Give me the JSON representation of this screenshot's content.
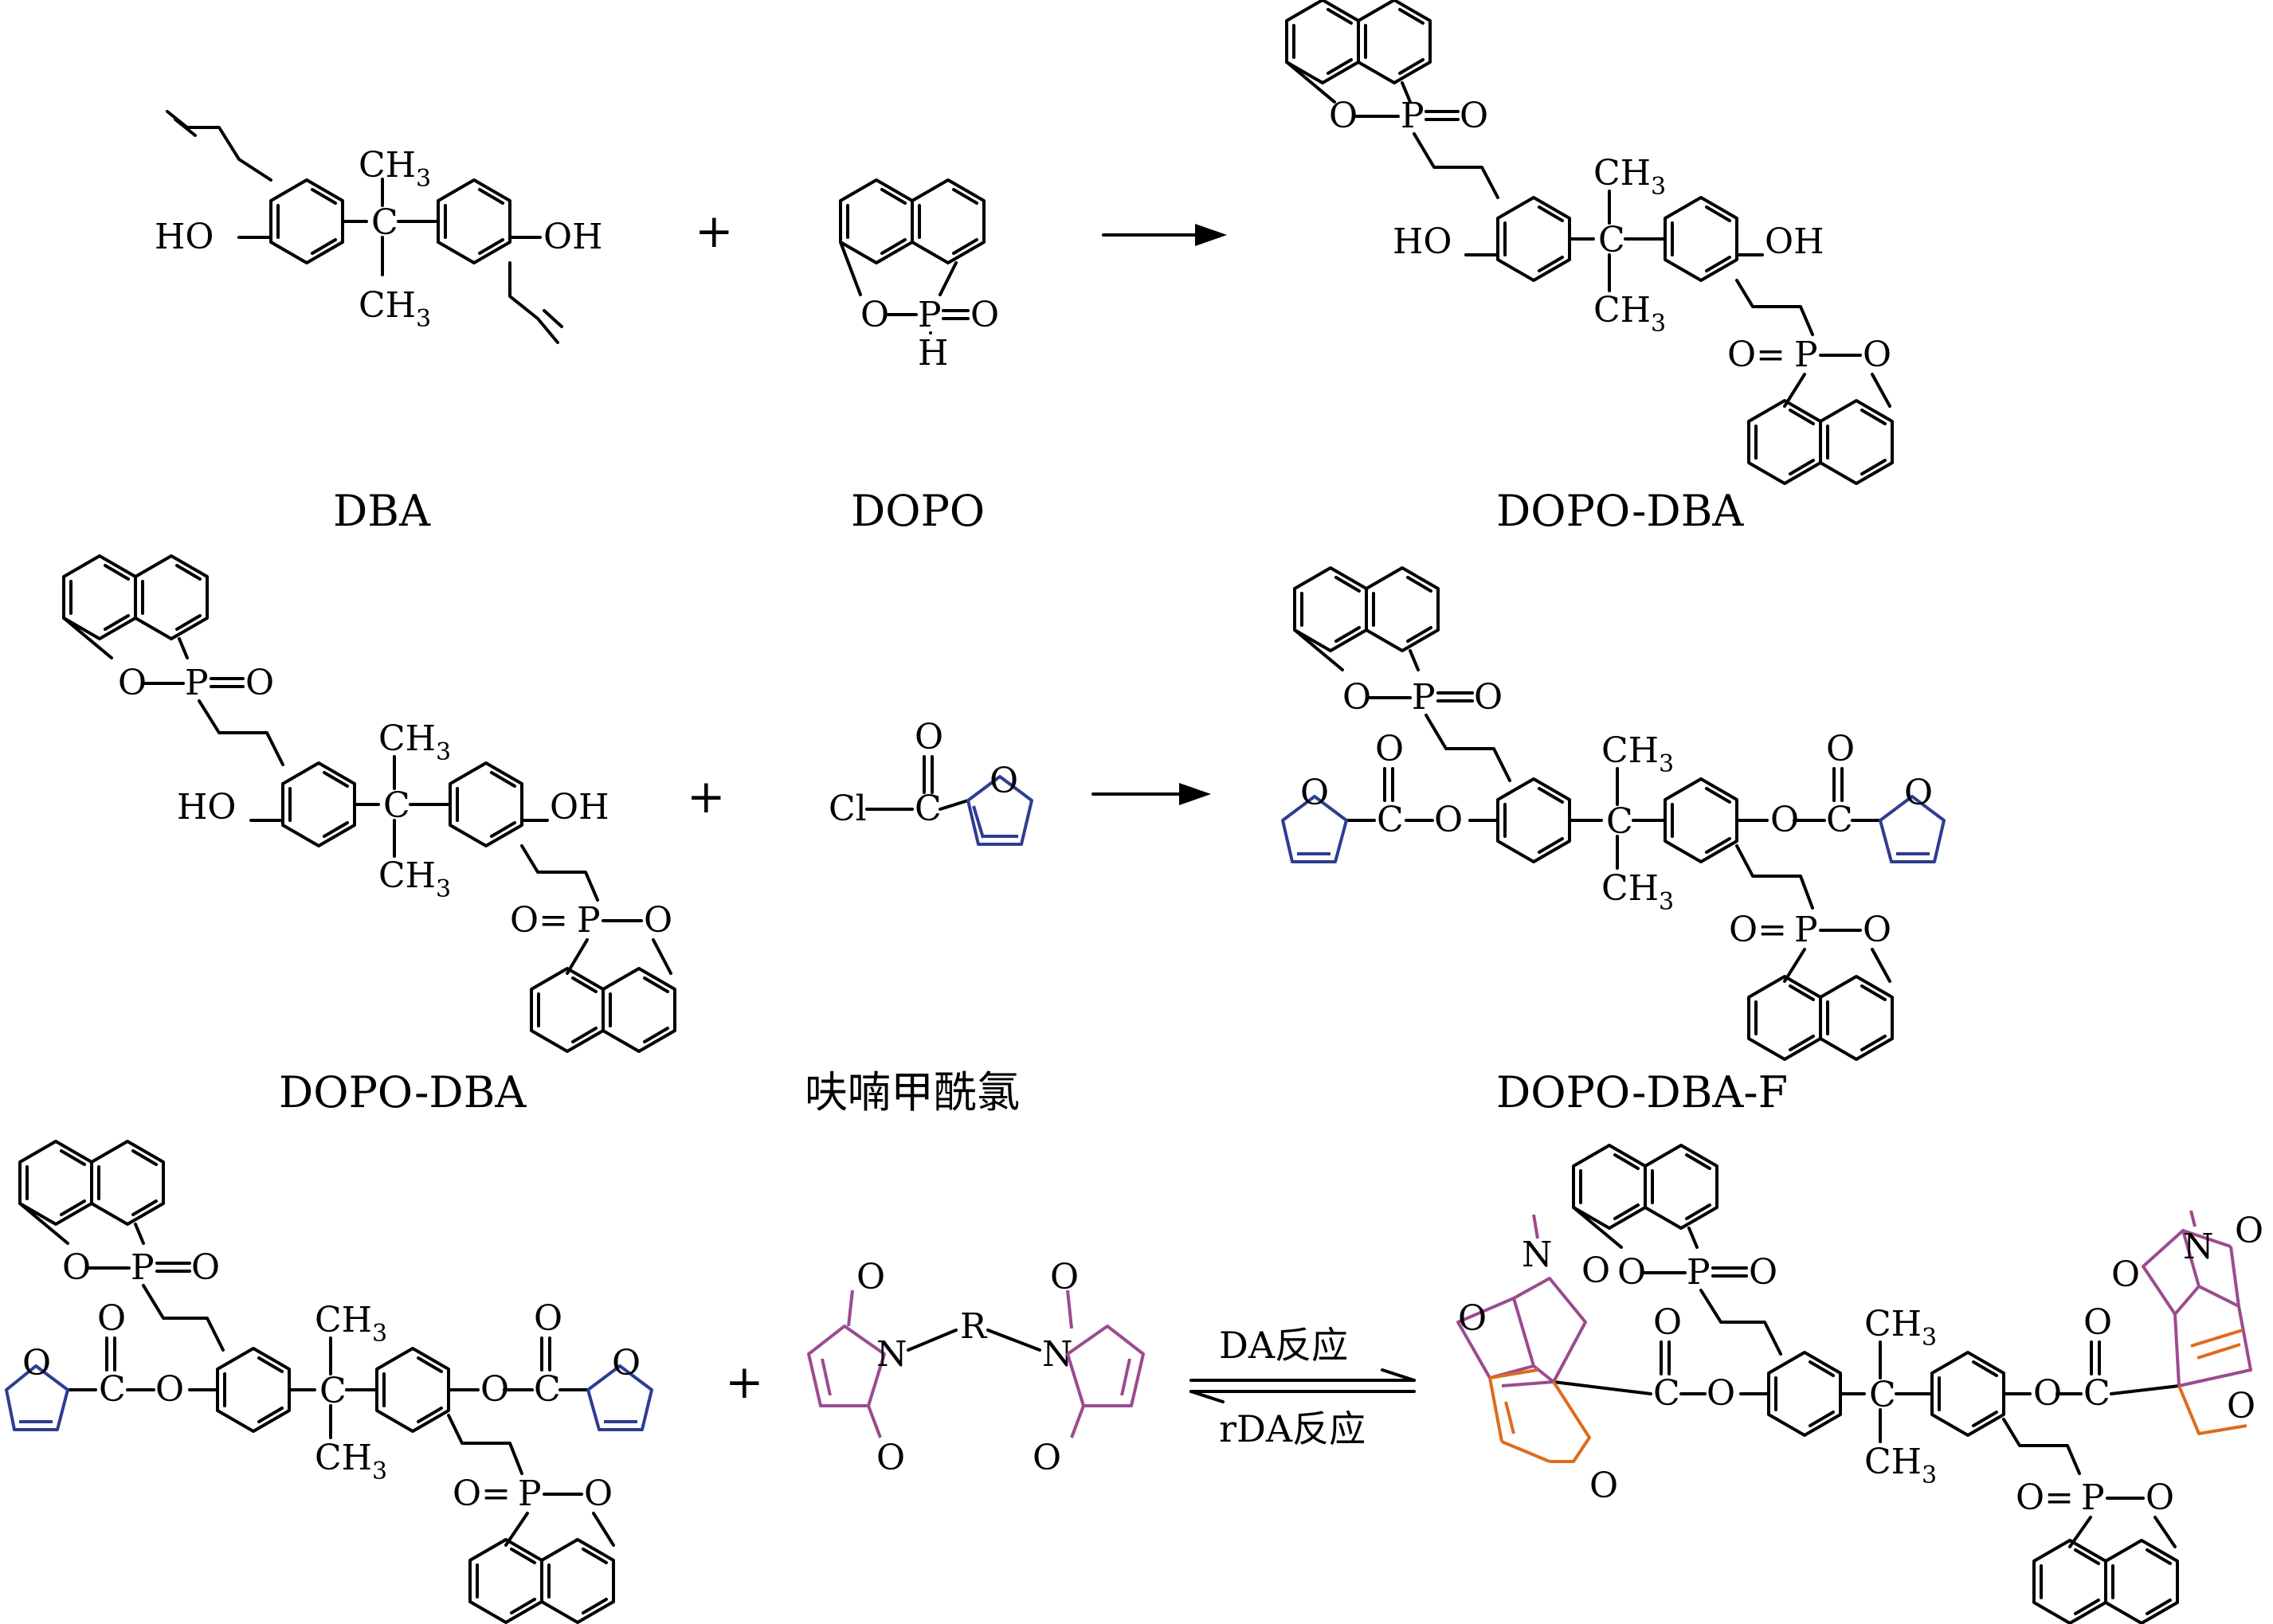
{
  "labels": {
    "dba": "DBA",
    "dopo": "DOPO",
    "dopo_dba": "DOPO-DBA",
    "furoyl_chloride": "呋喃甲酰氯",
    "dopo_dba_f": "DOPO-DBA-F"
  },
  "conditions": {
    "forward": "DA反应",
    "reverse": "rDA反应"
  },
  "symbols": {
    "plus": "+",
    "ho": "HO",
    "oh": "OH",
    "ch": "CH",
    "sub3": "3",
    "c": "C",
    "o": "O",
    "p": "P",
    "h": "H",
    "n": "N",
    "r": "R",
    "cl": "Cl",
    "eq_o": "=O",
    "o_eq": "O="
  },
  "colors": {
    "furan": "#2e3d8f",
    "maleimide": "#9c4b8e",
    "adduct_bond": "#e06a1f"
  }
}
